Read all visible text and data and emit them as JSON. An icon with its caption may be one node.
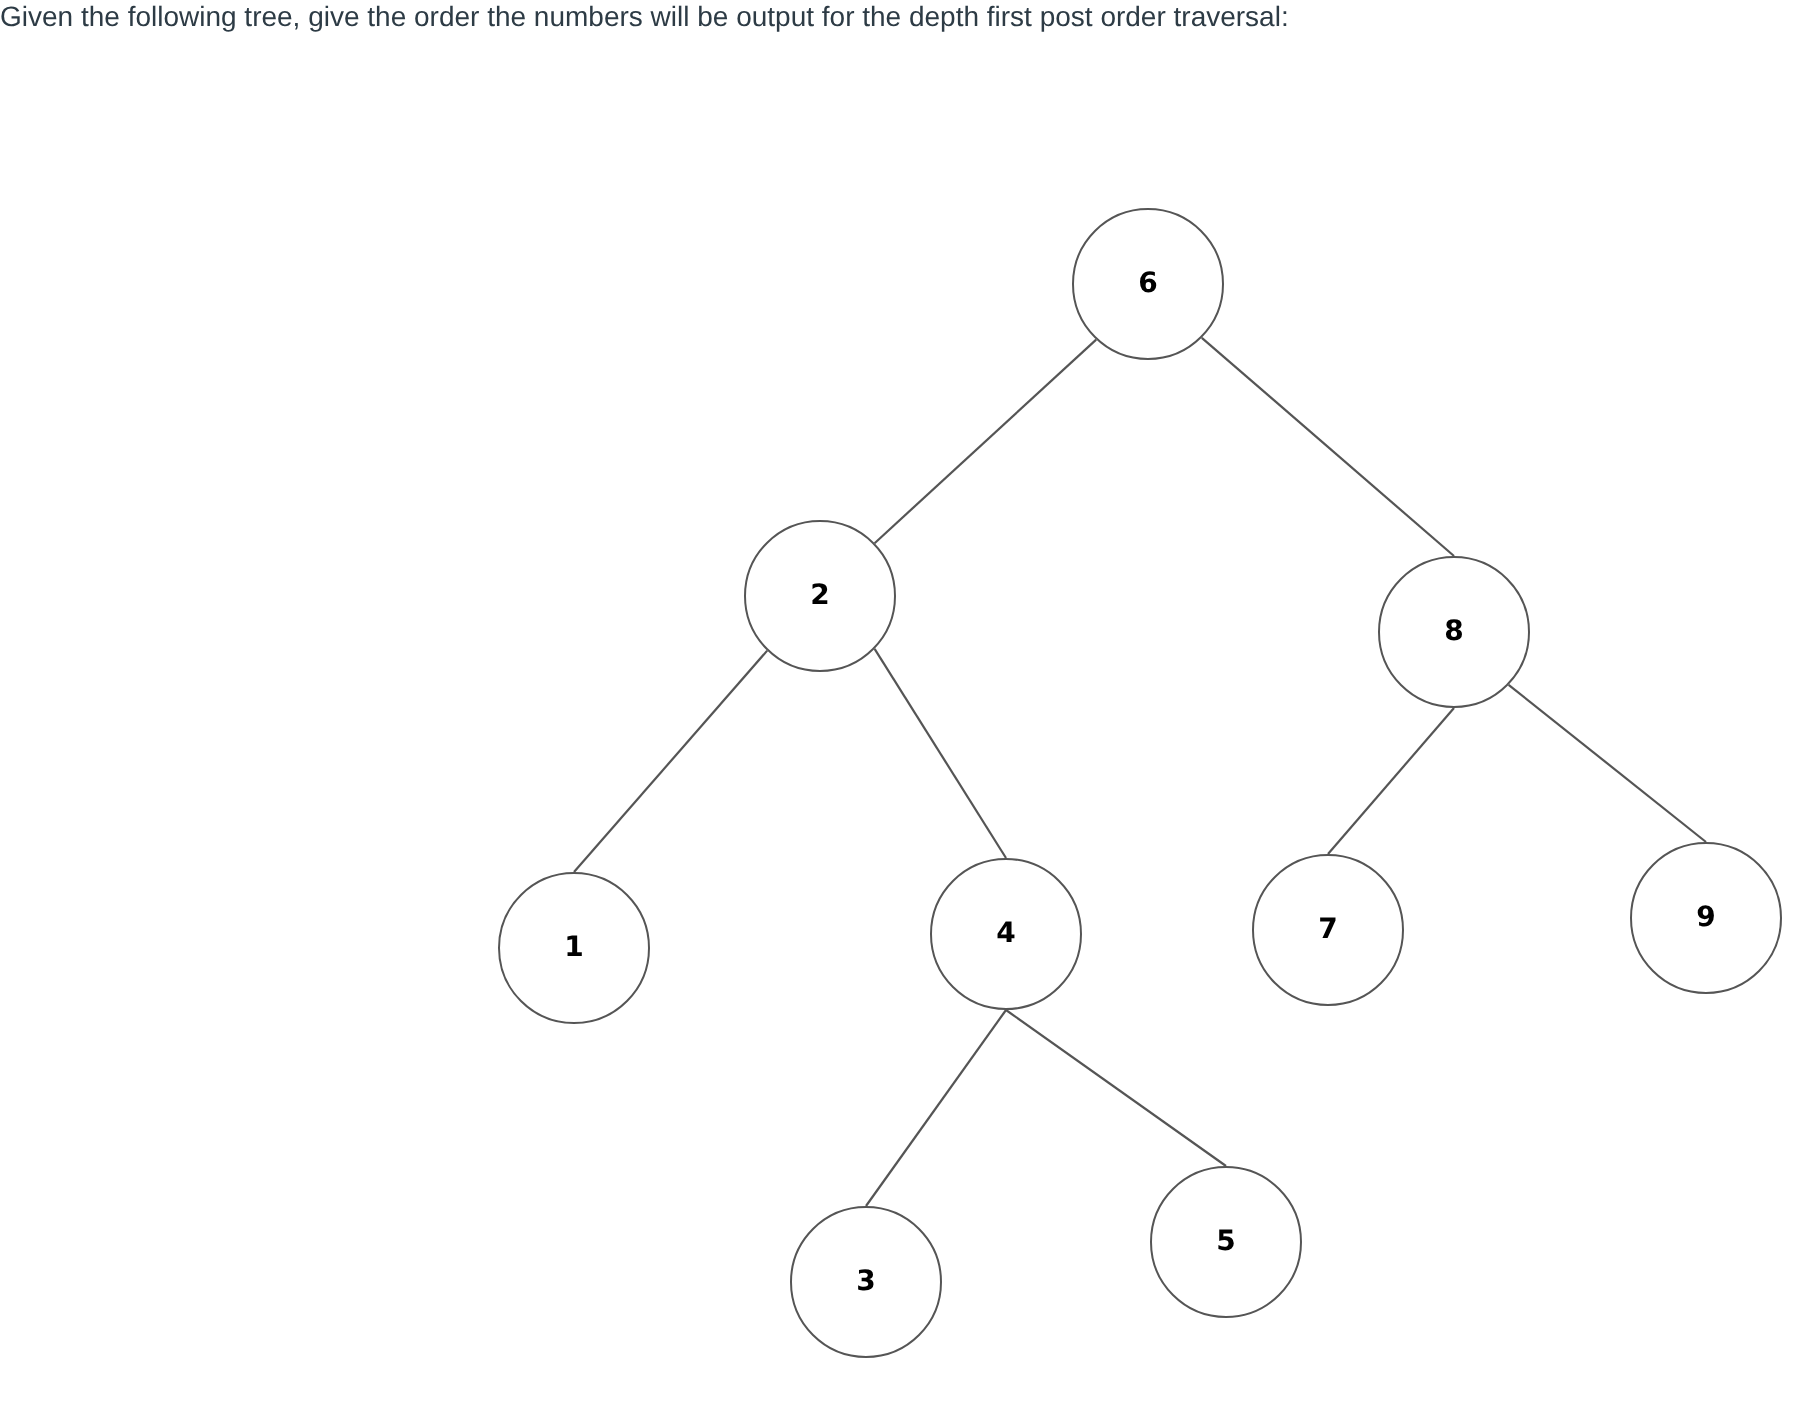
{
  "diagram": {
    "title": "Given the following tree, give the order the numbers will be output for the depth first post order traversal:",
    "nodes": [
      {
        "text": [
          "6"
        ]
      },
      {
        "text": [
          "2"
        ]
      },
      {
        "text": [
          "8"
        ]
      },
      {
        "text": [
          "1"
        ]
      },
      {
        "text": [
          "4"
        ]
      },
      {
        "text": [
          "7"
        ]
      },
      {
        "text": [
          "9"
        ]
      },
      {
        "text": [
          "3"
        ]
      },
      {
        "text": [
          "5"
        ]
      }
    ],
    "edges": [
      {
        "from": 0,
        "to": 1,
        "arrow": "none"
      },
      {
        "from": 0,
        "to": 2,
        "arrow": "none"
      },
      {
        "from": 1,
        "to": 3,
        "arrow": "none"
      },
      {
        "from": 1,
        "to": 4,
        "arrow": "none"
      },
      {
        "from": 2,
        "to": 5,
        "arrow": "none"
      },
      {
        "from": 2,
        "to": 6,
        "arrow": "none"
      },
      {
        "from": 4,
        "to": 7,
        "arrow": "none"
      },
      {
        "from": 4,
        "to": 8,
        "arrow": "none"
      }
    ]
  }
}
